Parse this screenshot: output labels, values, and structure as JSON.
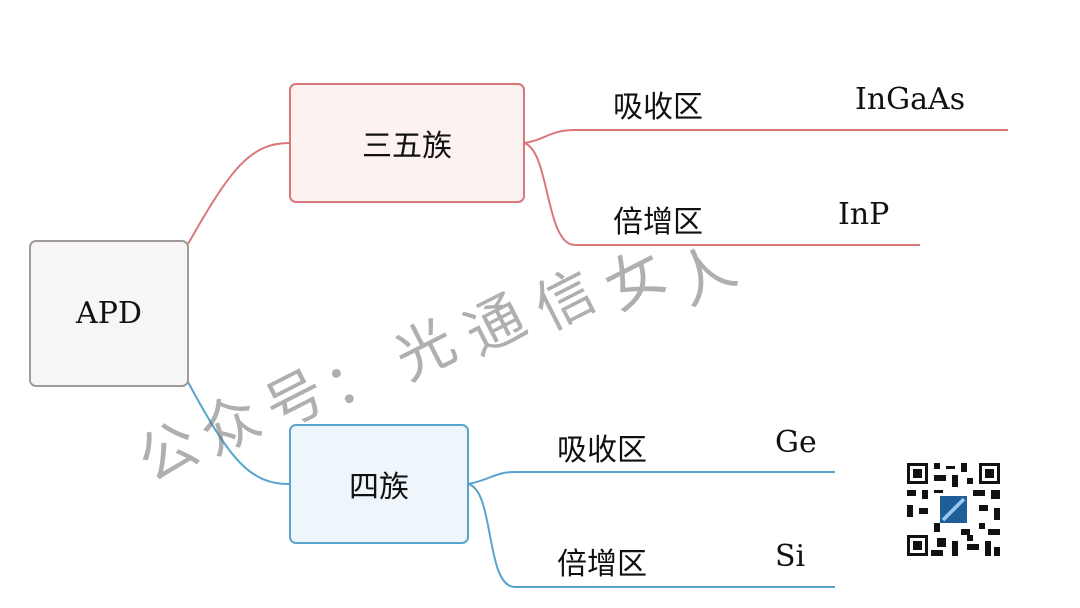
{
  "root": {
    "label": "APD"
  },
  "branches": [
    {
      "label": "三五族",
      "color": "#d9777a",
      "children": [
        {
          "label": "吸收区",
          "value": "InGaAs"
        },
        {
          "label": "倍增区",
          "value": "InP"
        }
      ]
    },
    {
      "label": "四族",
      "color": "#5ba3cf",
      "children": [
        {
          "label": "吸收区",
          "value": "Ge"
        },
        {
          "label": "倍增区",
          "value": "Si"
        }
      ]
    }
  ],
  "watermark": "公众号：光通信女人"
}
